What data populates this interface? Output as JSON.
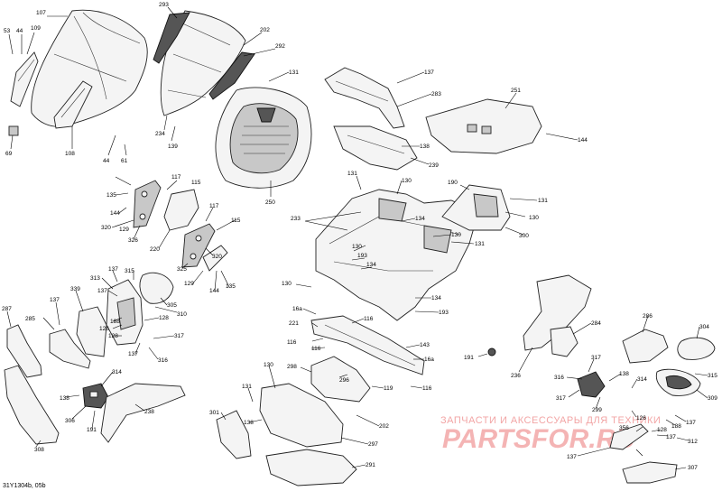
{
  "diagram": {
    "reference_code": "31Y1304b, 05b",
    "watermark": {
      "line1": "ЗАПЧАСТИ И АКСЕССУАРЫ ДЛЯ ТЕХНИКИ",
      "line2": "PARTSFOR.RU"
    },
    "callouts": [
      {
        "id": "c107",
        "label": "107"
      },
      {
        "id": "c53",
        "label": "53"
      },
      {
        "id": "c44a",
        "label": "44"
      },
      {
        "id": "c109",
        "label": "109"
      },
      {
        "id": "c69",
        "label": "69"
      },
      {
        "id": "c108",
        "label": "108"
      },
      {
        "id": "c44b",
        "label": "44"
      },
      {
        "id": "c61",
        "label": "61"
      },
      {
        "id": "c293",
        "label": "293"
      },
      {
        "id": "c202a",
        "label": "202"
      },
      {
        "id": "c292",
        "label": "292"
      },
      {
        "id": "c234",
        "label": "234"
      },
      {
        "id": "c139",
        "label": "139"
      },
      {
        "id": "c131a",
        "label": "131"
      },
      {
        "id": "c250",
        "label": "250"
      },
      {
        "id": "c137a",
        "label": "137"
      },
      {
        "id": "c283",
        "label": "283"
      },
      {
        "id": "c251",
        "label": "251"
      },
      {
        "id": "c144a",
        "label": "144"
      },
      {
        "id": "c138a",
        "label": "138"
      },
      {
        "id": "c239",
        "label": "239"
      },
      {
        "id": "c117a",
        "label": "117"
      },
      {
        "id": "c115a",
        "label": "115"
      },
      {
        "id": "c135a",
        "label": "135"
      },
      {
        "id": "c144b",
        "label": "144"
      },
      {
        "id": "c320a",
        "label": "320"
      },
      {
        "id": "c129a",
        "label": "129"
      },
      {
        "id": "c326",
        "label": "326"
      },
      {
        "id": "c220",
        "label": "220"
      },
      {
        "id": "c117b",
        "label": "117"
      },
      {
        "id": "c115b",
        "label": "115"
      },
      {
        "id": "c325",
        "label": "325"
      },
      {
        "id": "c320b",
        "label": "320"
      },
      {
        "id": "c129b",
        "label": "129"
      },
      {
        "id": "c144c",
        "label": "144"
      },
      {
        "id": "c135b",
        "label": "135"
      },
      {
        "id": "c131b",
        "label": "131"
      },
      {
        "id": "c130a",
        "label": "130"
      },
      {
        "id": "c190",
        "label": "190"
      },
      {
        "id": "c131c",
        "label": "131"
      },
      {
        "id": "c130b",
        "label": "130"
      },
      {
        "id": "c233",
        "label": "233"
      },
      {
        "id": "c134a",
        "label": "134"
      },
      {
        "id": "c130c",
        "label": "130"
      },
      {
        "id": "c131d",
        "label": "131"
      },
      {
        "id": "c300",
        "label": "300"
      },
      {
        "id": "c130d",
        "label": "130"
      },
      {
        "id": "c193a",
        "label": "193"
      },
      {
        "id": "c134b",
        "label": "134"
      },
      {
        "id": "c130e",
        "label": "130"
      },
      {
        "id": "c134c",
        "label": "134"
      },
      {
        "id": "c193b",
        "label": "193"
      },
      {
        "id": "c287",
        "label": "287"
      },
      {
        "id": "c285",
        "label": "285"
      },
      {
        "id": "c137b",
        "label": "137"
      },
      {
        "id": "c339",
        "label": "339"
      },
      {
        "id": "c313",
        "label": "313"
      },
      {
        "id": "c137c",
        "label": "137"
      },
      {
        "id": "c315a",
        "label": "315"
      },
      {
        "id": "c137d",
        "label": "137"
      },
      {
        "id": "c188a",
        "label": "188"
      },
      {
        "id": "c126a",
        "label": "126"
      },
      {
        "id": "c305",
        "label": "305"
      },
      {
        "id": "c310",
        "label": "310"
      },
      {
        "id": "c128a",
        "label": "128"
      },
      {
        "id": "c128b",
        "label": "128"
      },
      {
        "id": "c317a",
        "label": "317"
      },
      {
        "id": "c137e",
        "label": "137"
      },
      {
        "id": "c316a",
        "label": "316"
      },
      {
        "id": "c16a1",
        "label": "16a"
      },
      {
        "id": "c221",
        "label": "221"
      },
      {
        "id": "c116a",
        "label": "116"
      },
      {
        "id": "c116b",
        "label": "116"
      },
      {
        "id": "c143",
        "label": "143"
      },
      {
        "id": "c16a2",
        "label": "16a"
      },
      {
        "id": "c116c",
        "label": "116"
      },
      {
        "id": "c298",
        "label": "298"
      },
      {
        "id": "c296",
        "label": "296"
      },
      {
        "id": "c119",
        "label": "119"
      },
      {
        "id": "c116d",
        "label": "116"
      },
      {
        "id": "c191a",
        "label": "191"
      },
      {
        "id": "c236",
        "label": "236"
      },
      {
        "id": "c284",
        "label": "284"
      },
      {
        "id": "c286",
        "label": "286"
      },
      {
        "id": "c304",
        "label": "304"
      },
      {
        "id": "c315b",
        "label": "315"
      },
      {
        "id": "c316b",
        "label": "316"
      },
      {
        "id": "c317b",
        "label": "317"
      },
      {
        "id": "c138b",
        "label": "138"
      },
      {
        "id": "c317c",
        "label": "317"
      },
      {
        "id": "c314a",
        "label": "314"
      },
      {
        "id": "c309",
        "label": "309"
      },
      {
        "id": "c299",
        "label": "299"
      },
      {
        "id": "c126b",
        "label": "126"
      },
      {
        "id": "c188b",
        "label": "188"
      },
      {
        "id": "c137f",
        "label": "137"
      },
      {
        "id": "c356",
        "label": "356"
      },
      {
        "id": "c137g",
        "label": "137"
      },
      {
        "id": "c312",
        "label": "312"
      },
      {
        "id": "c128c",
        "label": "128"
      },
      {
        "id": "c137h",
        "label": "137"
      },
      {
        "id": "c307",
        "label": "307"
      },
      {
        "id": "c314b",
        "label": "314"
      },
      {
        "id": "c138c",
        "label": "138"
      },
      {
        "id": "c308",
        "label": "308"
      },
      {
        "id": "c306",
        "label": "306"
      },
      {
        "id": "c191b",
        "label": "191"
      },
      {
        "id": "c238",
        "label": "238"
      },
      {
        "id": "c301",
        "label": "301"
      },
      {
        "id": "c130f",
        "label": "130"
      },
      {
        "id": "c131e",
        "label": "131"
      },
      {
        "id": "c138d",
        "label": "138"
      },
      {
        "id": "c297",
        "label": "297"
      },
      {
        "id": "c202b",
        "label": "202"
      },
      {
        "id": "c291",
        "label": "291"
      }
    ]
  }
}
